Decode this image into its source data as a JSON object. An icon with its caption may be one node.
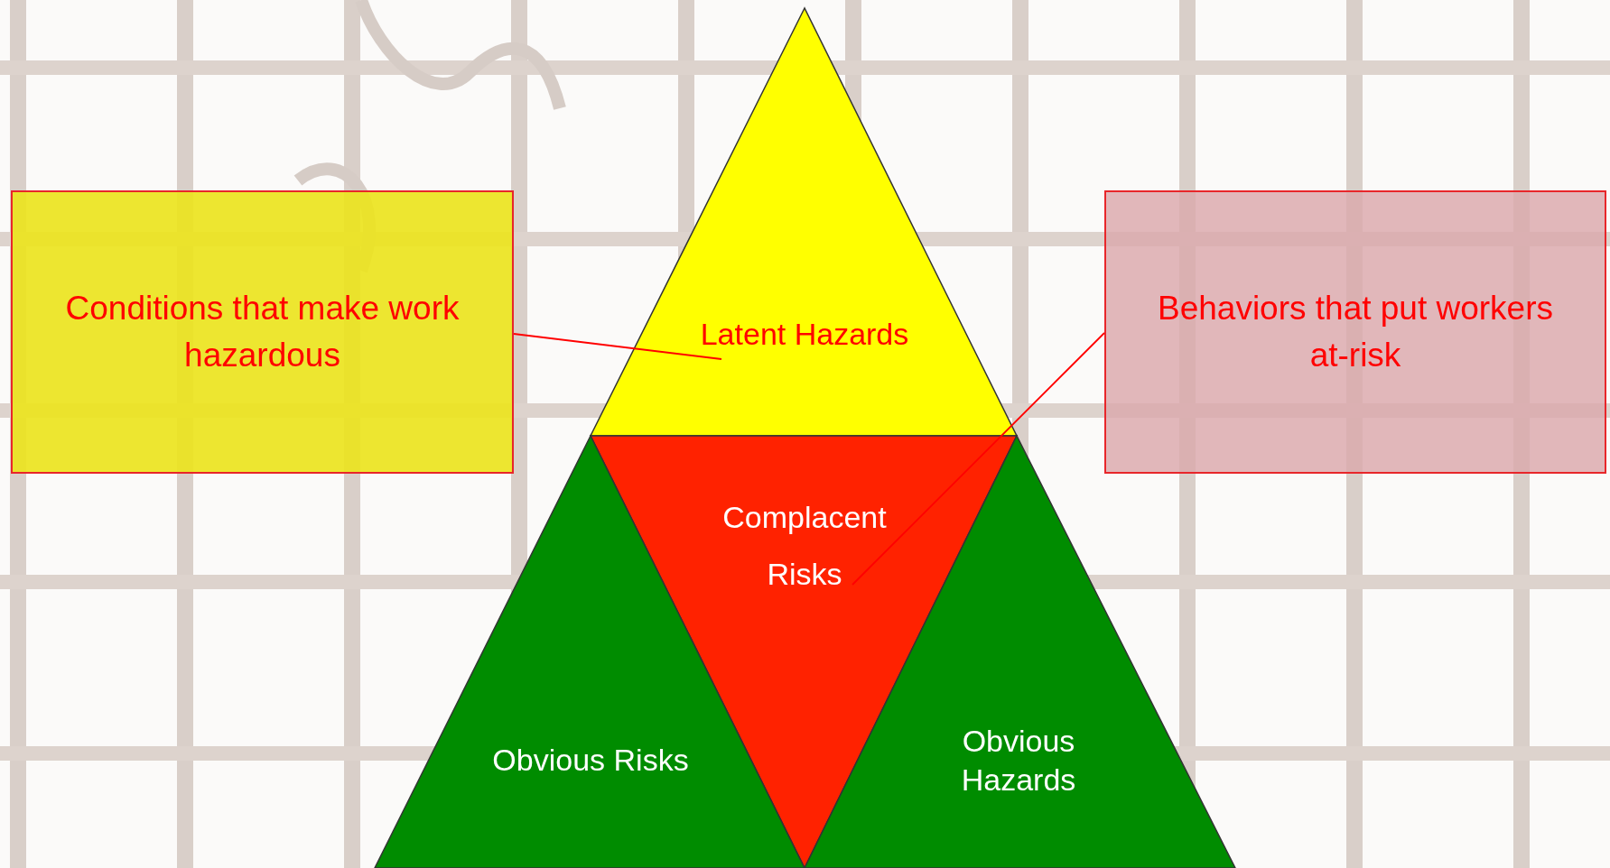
{
  "diagram": {
    "nodes": [
      {
        "text": [
          "Conditions that make work hazardous"
        ]
      },
      {
        "text": [
          "Behaviors that put workers at-risk"
        ]
      },
      {
        "text": [
          "Latent Hazards"
        ]
      },
      {
        "text": [
          "Complacent Risks"
        ]
      },
      {
        "text": [
          "Obvious Risks"
        ]
      },
      {
        "text": [
          "Obvious Hazards"
        ]
      }
    ],
    "edges": [
      {
        "from": 0,
        "to": 2,
        "arrow": "none"
      },
      {
        "from": 1,
        "to": 3,
        "arrow": "none"
      }
    ]
  }
}
